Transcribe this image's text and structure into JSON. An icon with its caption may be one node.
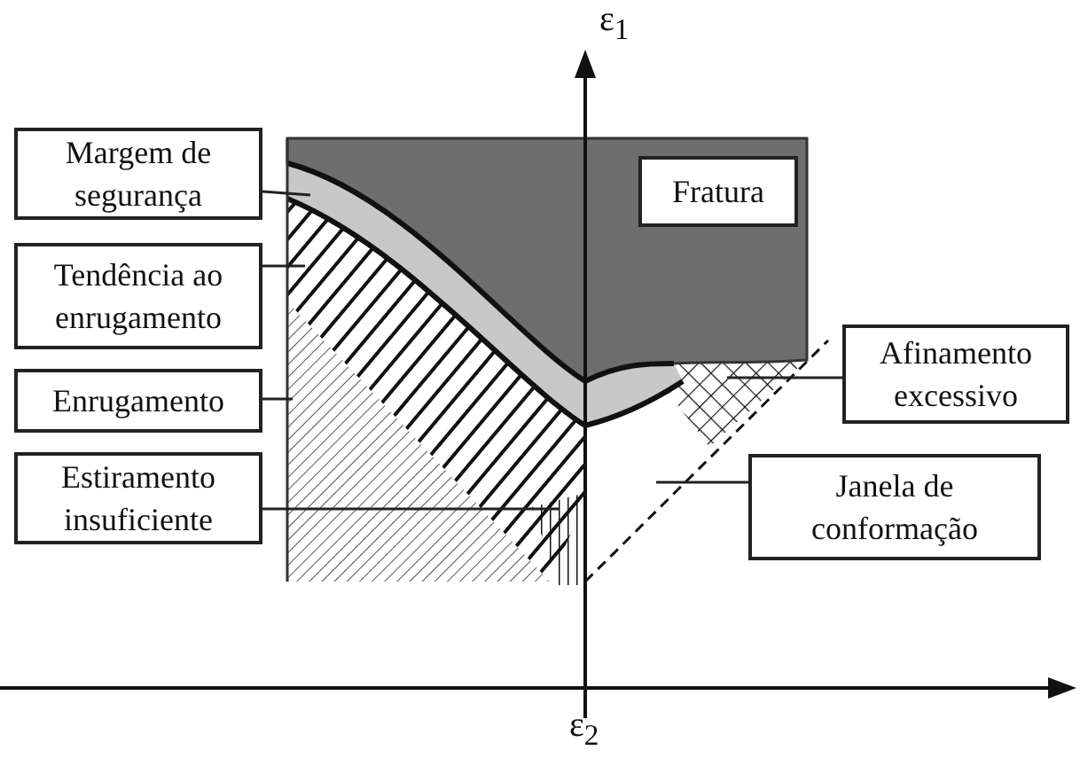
{
  "diagram": {
    "nodes": [
      {
        "text": [
          "Fratura"
        ]
      },
      {
        "text": [
          "Margem de segurança"
        ]
      },
      {
        "text": [
          "Tendência ao enrugamento"
        ]
      },
      {
        "text": [
          "Enrugamento"
        ]
      },
      {
        "text": [
          "Estiramento insuficiente"
        ]
      },
      {
        "text": [
          "Afinamento excessivo"
        ]
      },
      {
        "text": [
          "Janela de conformação"
        ]
      }
    ],
    "edges": [
      {
        "from": 1,
        "to": null,
        "arrow": "none"
      },
      {
        "from": 2,
        "to": null,
        "arrow": "none"
      },
      {
        "from": 3,
        "to": null,
        "arrow": "none"
      },
      {
        "from": 4,
        "to": null,
        "arrow": "none"
      },
      {
        "from": 5,
        "to": null,
        "arrow": "none"
      },
      {
        "from": 6,
        "to": null,
        "arrow": "none"
      }
    ],
    "labels": [
      "ε$_{1}$",
      "ε$_{2}$"
    ]
  }
}
